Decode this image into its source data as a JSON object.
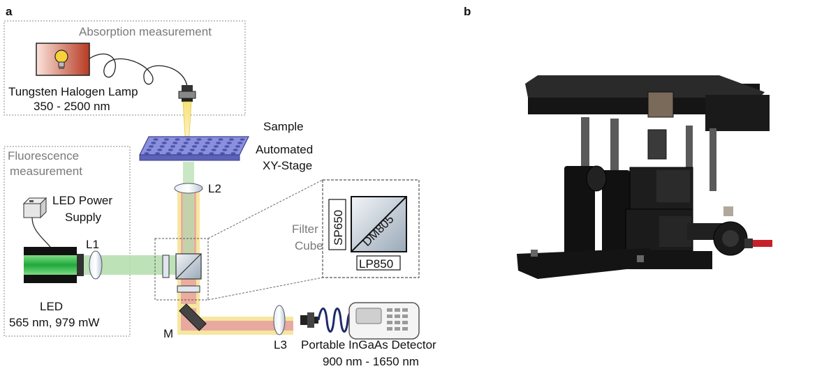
{
  "panels": {
    "a": "a",
    "b": "b"
  },
  "absorption": {
    "title": "Absorption measurement",
    "lamp_name": "Tungsten Halogen Lamp",
    "lamp_range": "350 - 2500 nm"
  },
  "fluorescence": {
    "title_line1": "Fluorescence",
    "title_line2": "measurement",
    "power_line1": "LED Power",
    "power_line2": "Supply",
    "led_name": "LED",
    "led_spec": "565 nm, 979 mW"
  },
  "optics": {
    "sample": "Sample",
    "stage_line1": "Automated",
    "stage_line2": "XY-Stage",
    "l1": "L1",
    "l2": "L2",
    "l3": "L3",
    "mirror": "M"
  },
  "filter_cube": {
    "label_line1": "Filter",
    "label_line2": "Cube",
    "short_pass": "SP650",
    "dichroic": "DM805",
    "long_pass": "LP850"
  },
  "detector": {
    "name": "Portable InGaAs Detector",
    "range": "900 nm - 1650 nm"
  },
  "colors": {
    "excitation_beam": "#b7dfb0",
    "emission_beam": "#e9a6a2",
    "white_light": "#f7e79a",
    "led_green": "#2fb84a",
    "plate_blue": "#6b72c9",
    "lamp_red": "#c0442c"
  }
}
